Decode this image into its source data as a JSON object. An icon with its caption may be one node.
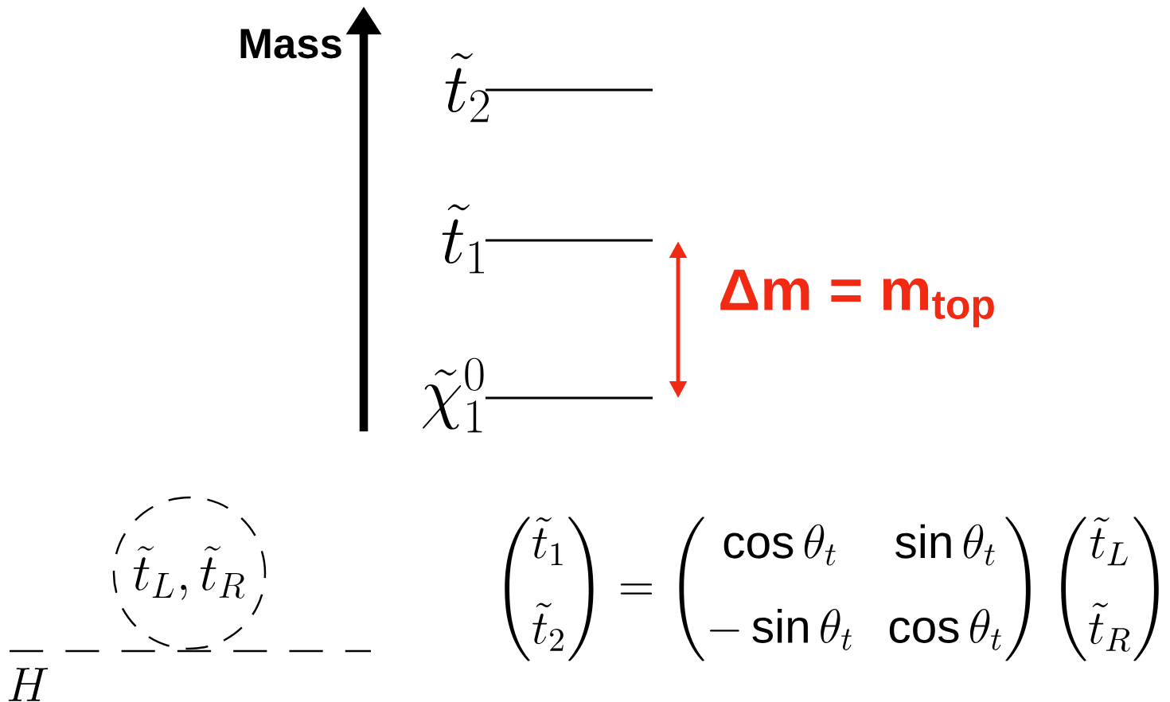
{
  "diagram": {
    "nodes": [
      {
        "text": [
          "\\tilde{t}_L,\\tilde{t}_R"
        ]
      }
    ],
    "labels": [
      "Mass",
      "\\tilde{t}_2",
      "\\tilde{t}_1",
      "\\tilde{\\chi}_1^0",
      "Δm = m$_{top}$",
      "H",
      "\\begin{pmatrix}\\tilde{t}_1\\\\[0.6em]\\tilde{t}_2\\end{pmatrix}=\\begin{pmatrix}\\cos\\theta_t & \\sin\\theta_t\\\\[0.6em]-\\sin\\theta_t & \\cos\\theta_t\\end{pmatrix}\\begin{pmatrix}\\tilde{t}_L\\\\[0.6em]\\tilde{t}_R\\end{pmatrix}"
    ]
  }
}
